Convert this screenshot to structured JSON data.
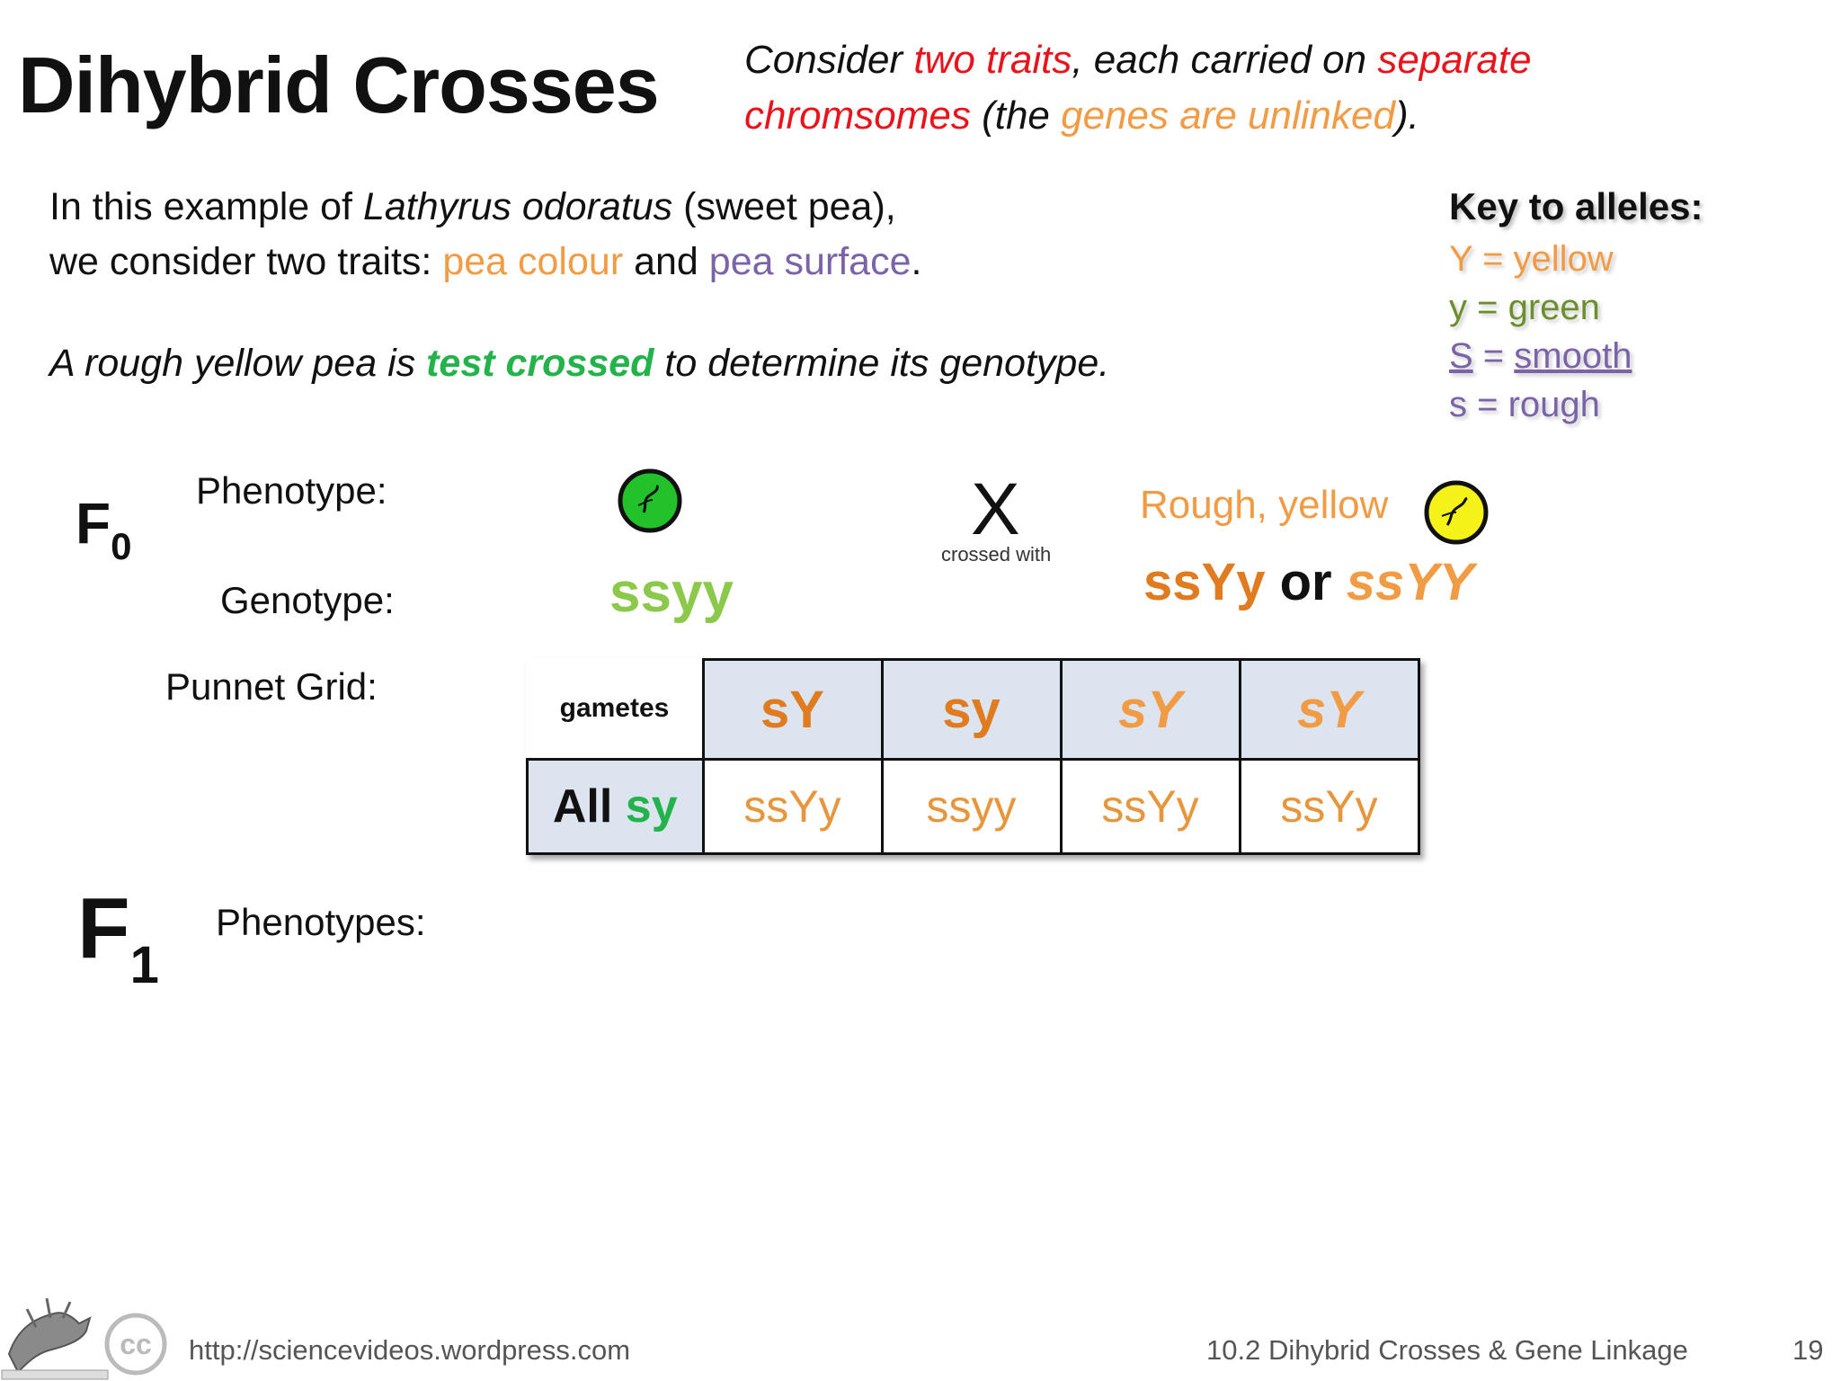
{
  "title": "Dihybrid Crosses",
  "subtitle": {
    "line1": [
      "Consider ",
      "two traits",
      ", each carried on ",
      "separate"
    ],
    "line2": [
      "chromsomes",
      " (the ",
      "genes are unlinked",
      ")."
    ]
  },
  "intro": {
    "line1_pre": "In this example of ",
    "species": "Lathyrus odoratus",
    "line1_post": " (sweet pea),",
    "line2_pre": "we consider two traits: ",
    "trait1": "pea colour",
    "and": " and ",
    "trait2": "pea surface",
    "end": ".",
    "test_pre": "A rough yellow pea is ",
    "test_bold": "test crossed",
    "test_post": " to determine its genotype."
  },
  "key": {
    "title": "Key to alleles:",
    "items": [
      {
        "text": "Y = yellow",
        "color": "#f29b45"
      },
      {
        "text": "y = green",
        "color": "#6c8f2e"
      },
      {
        "allele": "S",
        "eq": " = ",
        "word": "smooth",
        "color": "#7b63a8"
      },
      {
        "text": "s = rough",
        "color": "#7b63a8"
      }
    ]
  },
  "f0": {
    "gen_letter": "F",
    "gen_sub": "0",
    "phenotype_label": "Phenotype:",
    "genotype_label": "Genotype:",
    "punnet_label": "Punnet Grid:",
    "left_genotype": "ssyy",
    "left_pea_color": "#22c22a",
    "cross_symbol": "X",
    "cross_caption": "crossed with",
    "right_phenotype": "Rough, yellow",
    "right_pea_color": "#f5f21a",
    "right_geno1": "ssYy",
    "right_or": " or ",
    "right_geno2": "ssYY"
  },
  "punnet": {
    "corner": "gametes",
    "headers": [
      {
        "text": "sY",
        "color": "#e07b1f",
        "italic": false
      },
      {
        "text": "sy",
        "color": "#e07b1f",
        "italic": false
      },
      {
        "text": "sY",
        "color": "#f29b45",
        "italic": true
      },
      {
        "text": "sY",
        "color": "#f29b45",
        "italic": true
      }
    ],
    "row_label_pre": "All ",
    "row_label_allele": "sy",
    "cells": [
      "ssYy",
      "ssyy",
      "ssYy",
      "ssYy"
    ]
  },
  "f1": {
    "gen_letter": "F",
    "gen_sub": "1",
    "phenotypes_label": "Phenotypes:"
  },
  "footer": {
    "cc": "cc",
    "url": "http://sciencevideos.wordpress.com",
    "course": "10.2 Dihybrid Crosses & Gene Linkage",
    "page": "19"
  }
}
